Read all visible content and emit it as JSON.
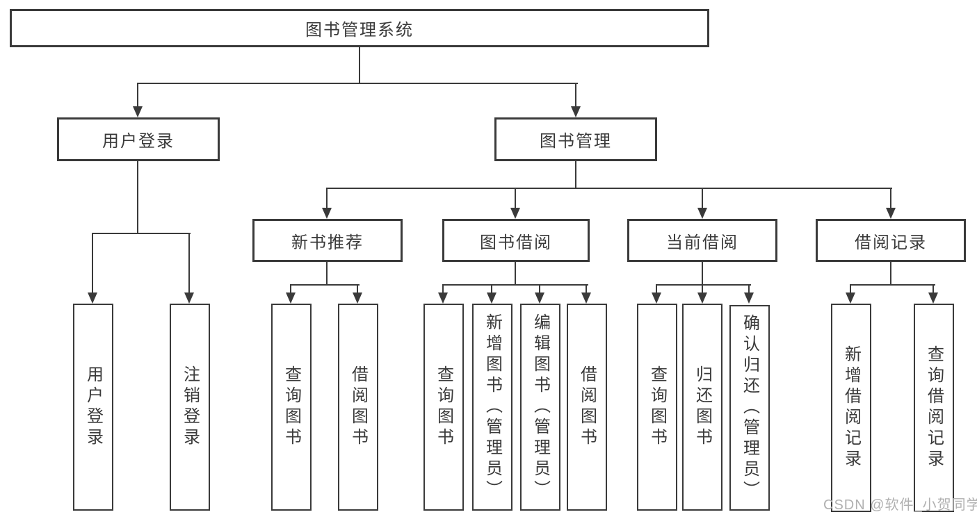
{
  "diagram": {
    "root": {
      "label": "图书管理系统"
    },
    "level2": [
      {
        "label": "用户登录"
      },
      {
        "label": "图书管理"
      }
    ],
    "level3": [
      {
        "label": "新书推荐"
      },
      {
        "label": "图书借阅"
      },
      {
        "label": "当前借阅"
      },
      {
        "label": "借阅记录"
      }
    ],
    "leaves": [
      {
        "label": "用户登录"
      },
      {
        "label": "注销登录"
      },
      {
        "label": "查询图书"
      },
      {
        "label": "借阅图书"
      },
      {
        "label": "查询图书"
      },
      {
        "label": "新增图书（管理员）"
      },
      {
        "label": "编辑图书（管理员）"
      },
      {
        "label": "借阅图书"
      },
      {
        "label": "查询图书"
      },
      {
        "label": "归还图书"
      },
      {
        "label": "确认归还（管理员）"
      },
      {
        "label": "新增借阅记录"
      },
      {
        "label": "查询借阅记录"
      }
    ],
    "watermark": "CSDN @软件_小贺同学",
    "colors": {
      "line": "#3a3a3a",
      "box_fill": "#ffffff",
      "text": "#3a3a3a",
      "watermark": "#b0b0b0"
    }
  }
}
